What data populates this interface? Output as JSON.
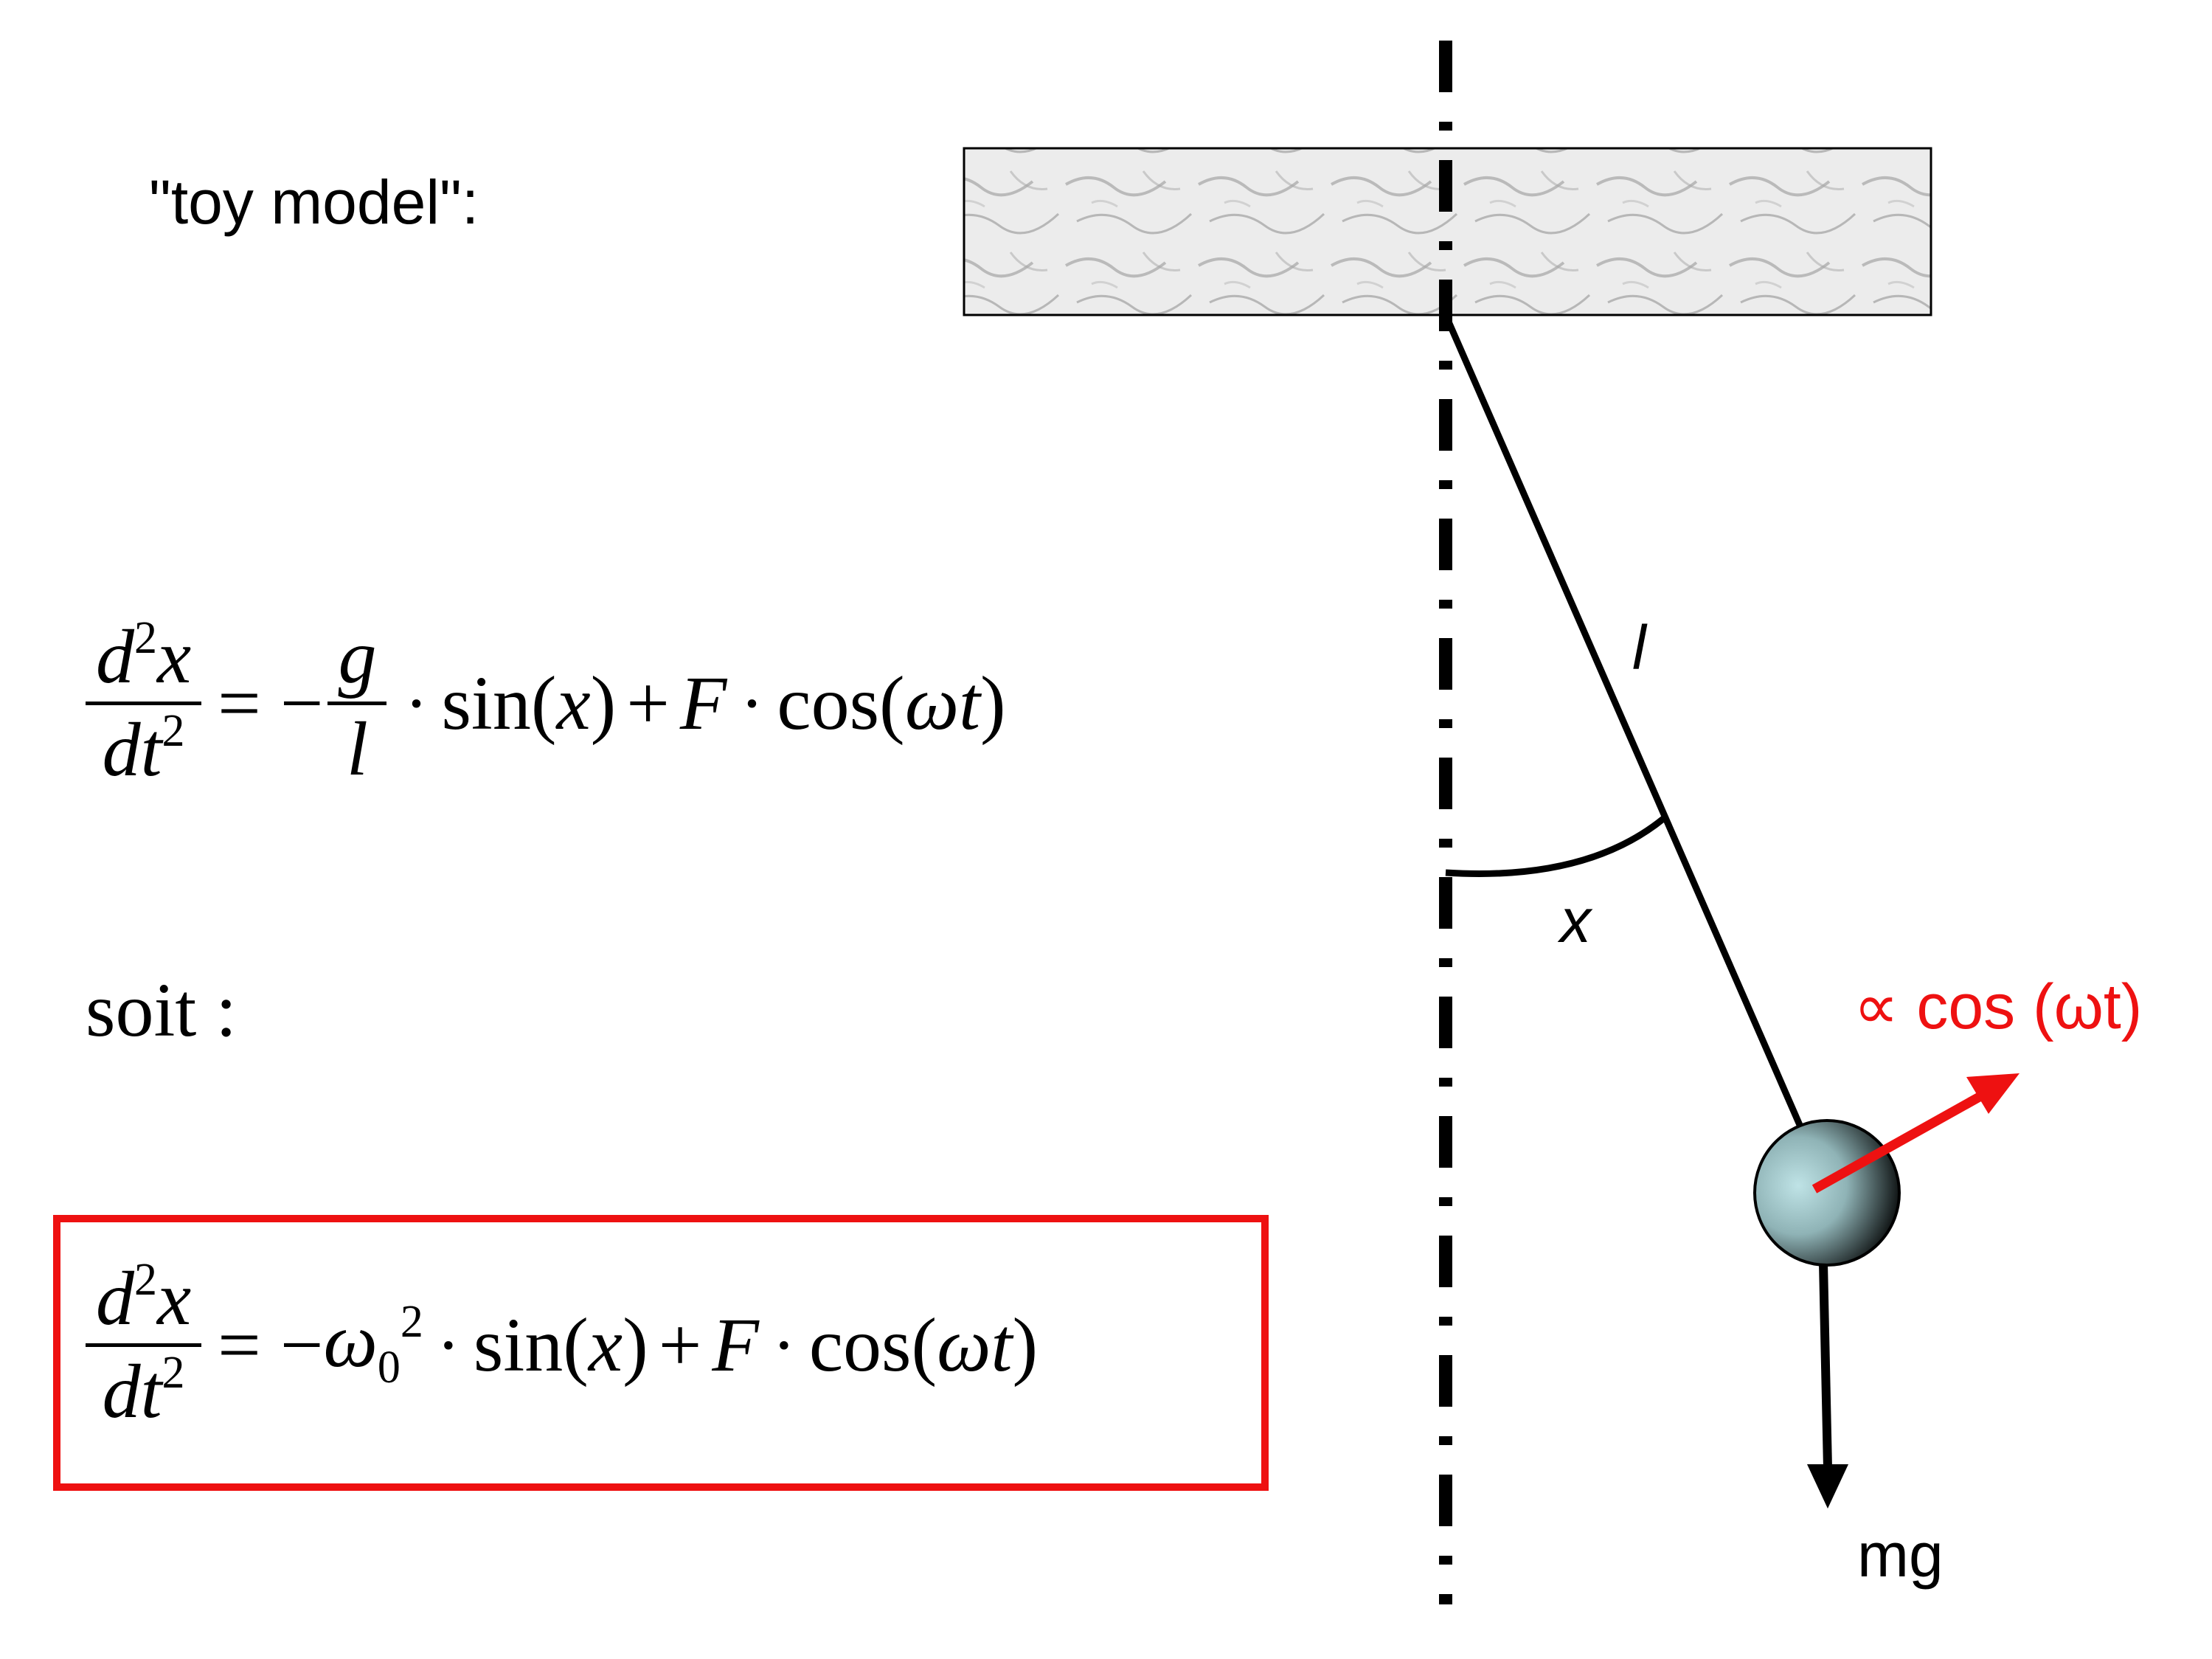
{
  "heading": "\"toy model\":",
  "connector": "soit :",
  "equation1": {
    "numerator": "d",
    "numerator_exp": "2",
    "numerator_var": "x",
    "denominator": "dt",
    "denominator_exp": "2",
    "equals": "= −",
    "coef_num": "g",
    "coef_den": "l",
    "dot": "·",
    "term1": "sin(",
    "term1_var": "x",
    "term1_close": ")",
    "plus": "+",
    "force": "F",
    "term2": "cos(",
    "term2_var": "ωt",
    "term2_close": ")"
  },
  "equation2": {
    "numerator": "d",
    "numerator_exp": "2",
    "numerator_var": "x",
    "denominator": "dt",
    "denominator_exp": "2",
    "equals": "= −",
    "omega": "ω",
    "omega_sub": "0",
    "omega_exp": "2",
    "dot": "·",
    "term1": "sin(",
    "term1_var": "x",
    "term1_close": ")",
    "plus": "+",
    "force": "F",
    "term2": "cos(",
    "term2_var": "ωt",
    "term2_close": ")"
  },
  "diagram": {
    "length_label": "l",
    "angle_label": "x",
    "force_label": "∝ cos (ωt)",
    "weight_label": "mg",
    "colors": {
      "highlight": "#ee1111",
      "rod": "#000000",
      "bob_light": "#bfe3e6",
      "bob_dark": "#000000"
    }
  }
}
